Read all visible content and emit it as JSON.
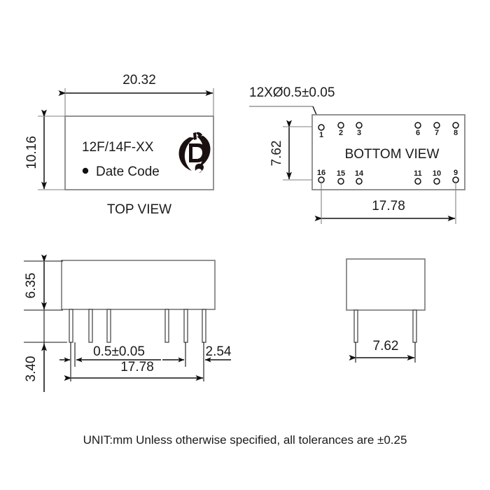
{
  "drawing": {
    "title": "Package mechanical outline drawing",
    "colors": {
      "body_outline": "#808080",
      "dimension_line": "#101010",
      "text": "#1a1a1a",
      "background": "#ffffff"
    },
    "footer_note": "UNIT:mm Unless otherwise specified, all tolerances are ±0.25"
  },
  "views": {
    "top": {
      "label": "TOP VIEW",
      "part_marking": "12F/14F-XX",
      "date_code_label": "Date Code",
      "logo_name": "manufacturer-logo",
      "dimensions": {
        "width": "20.32",
        "height": "10.16"
      }
    },
    "bottom": {
      "label": "BOTTOM VIEW",
      "hole_callout": "12XØ0.5±0.05",
      "dimensions": {
        "pin_row_spacing": "7.62",
        "pin_span": "17.78"
      },
      "pins_top": [
        "1",
        "2",
        "3",
        "6",
        "7",
        "8"
      ],
      "pins_bottom": [
        "16",
        "15",
        "14",
        "11",
        "10",
        "9"
      ]
    },
    "side": {
      "dimensions": {
        "body_height": "6.35",
        "pin_length": "3.40",
        "pin_diameter": "0.5±0.05",
        "pin_pitch": "2.54",
        "pin_span": "17.78"
      }
    },
    "end": {
      "dimensions": {
        "pin_row_spacing": "7.62"
      }
    }
  }
}
